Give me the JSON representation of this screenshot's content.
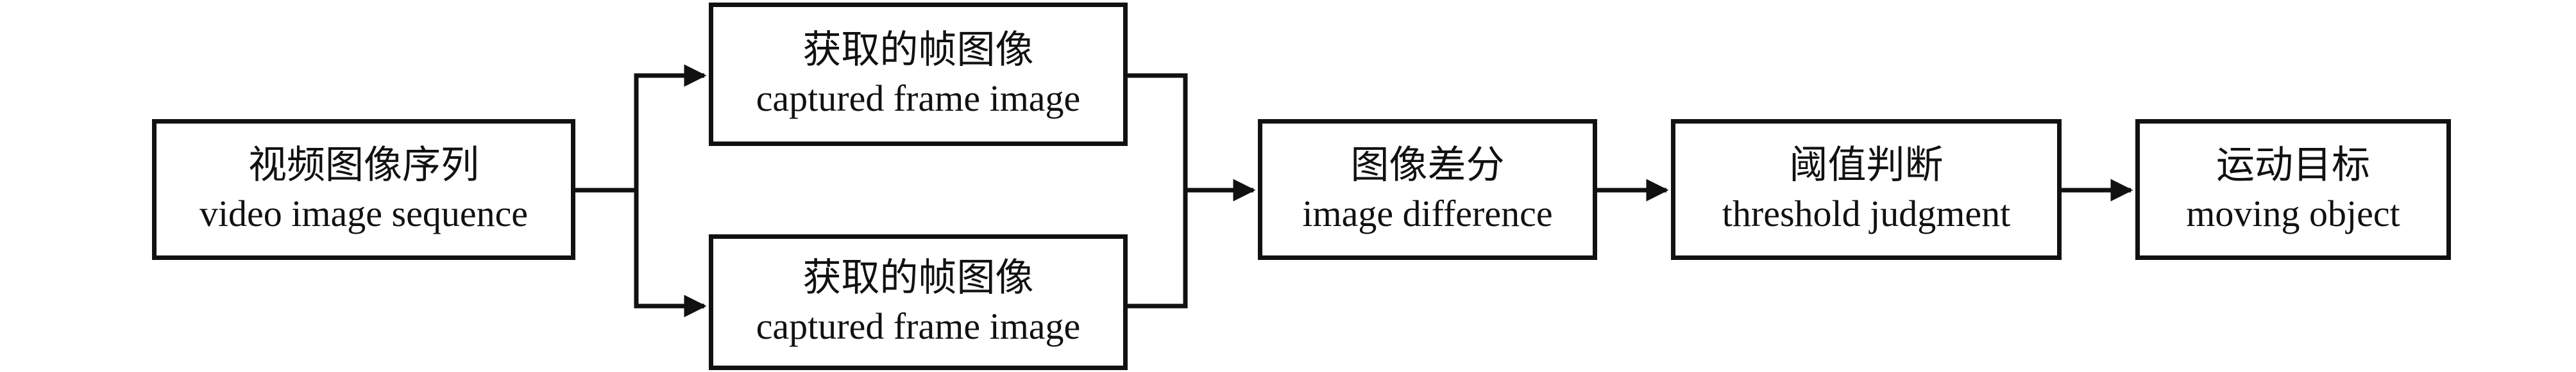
{
  "colors": {
    "stroke": "#111111",
    "background": "#ffffff"
  },
  "nodes": {
    "video_sequence": {
      "zh": "视频图像序列",
      "en": "video image sequence"
    },
    "frame_top": {
      "zh": "获取的帧图像",
      "en": "captured frame image"
    },
    "frame_bottom": {
      "zh": "获取的帧图像",
      "en": "captured frame image"
    },
    "image_difference": {
      "zh": "图像差分",
      "en": "image difference"
    },
    "threshold": {
      "zh": "阈值判断",
      "en": "threshold judgment"
    },
    "moving_object": {
      "zh": "运动目标",
      "en": "moving object"
    }
  }
}
